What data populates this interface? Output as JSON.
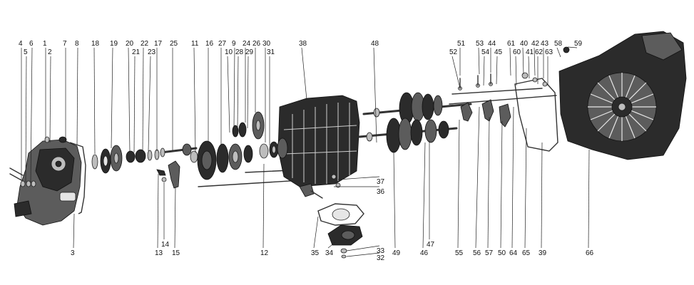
{
  "callouts": {
    "top": [
      "4",
      "5",
      "6",
      "1",
      "2",
      "7",
      "8",
      "18",
      "19",
      "20",
      "21",
      "22",
      "23",
      "17",
      "25",
      "11",
      "16",
      "27",
      "10",
      "9",
      "28",
      "24",
      "29",
      "26",
      "30",
      "31",
      "38",
      "48",
      "51",
      "52",
      "53",
      "54",
      "44",
      "45",
      "61",
      "60",
      "40",
      "41",
      "42",
      "62",
      "43",
      "63",
      "58",
      "59"
    ],
    "bottom": [
      "3",
      "13",
      "14",
      "15",
      "12",
      "35",
      "34",
      "33",
      "32",
      "37",
      "36",
      "49",
      "47",
      "46",
      "55",
      "56",
      "57",
      "50",
      "64",
      "65",
      "39",
      "66"
    ]
  }
}
